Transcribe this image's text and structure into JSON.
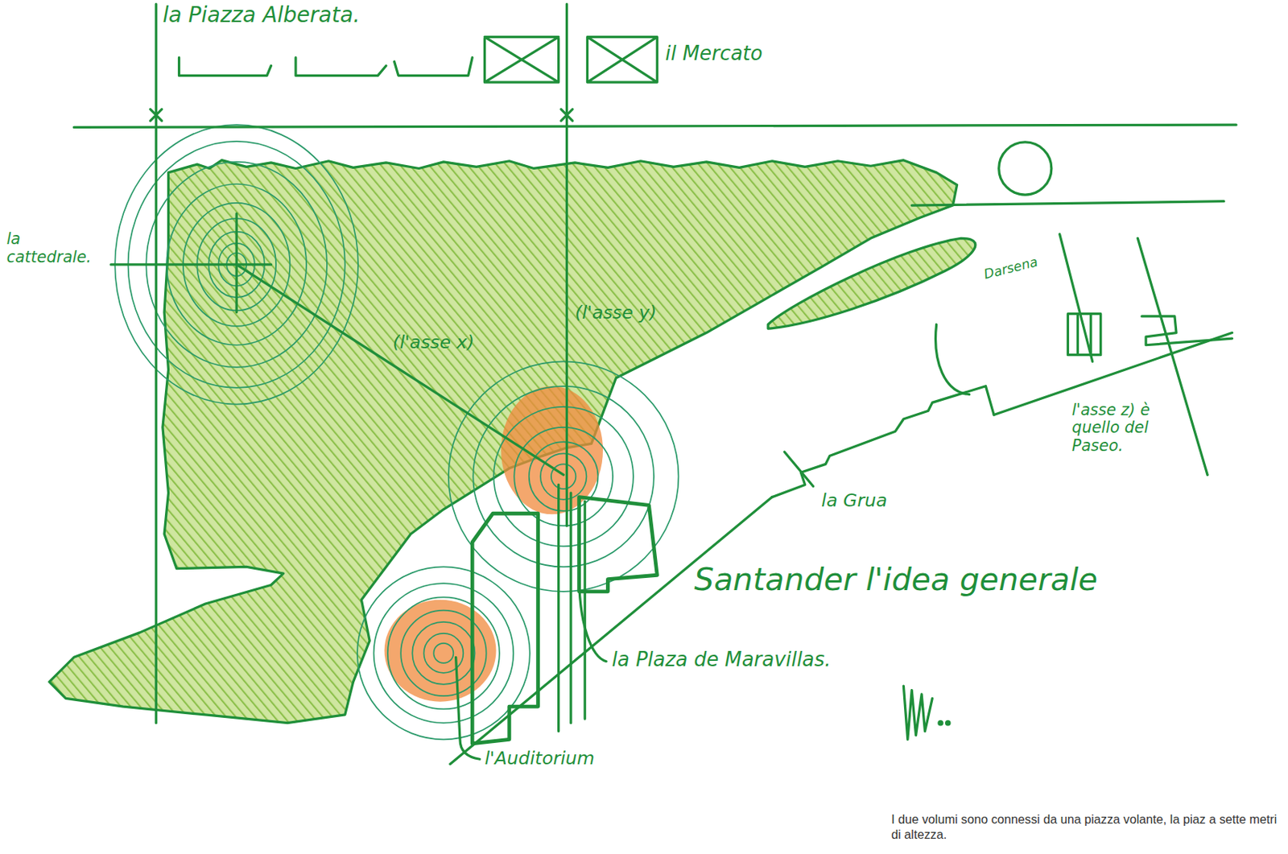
{
  "diagram": {
    "caption": "I due volumi sono connessi da una piazza volante, la piaz a sette metri di altezza.",
    "labels": [
      "la Piazza Alberata.",
      "il Mercato",
      "la cattedrale.",
      "(l'asse x)",
      "(l'asse y)",
      "Darsena",
      "l'asse z) è quello del Paseo.",
      "la Grua",
      "Santander l'idea generale",
      "la Plaza de Maravillas.",
      "l'Auditorium"
    ]
  }
}
